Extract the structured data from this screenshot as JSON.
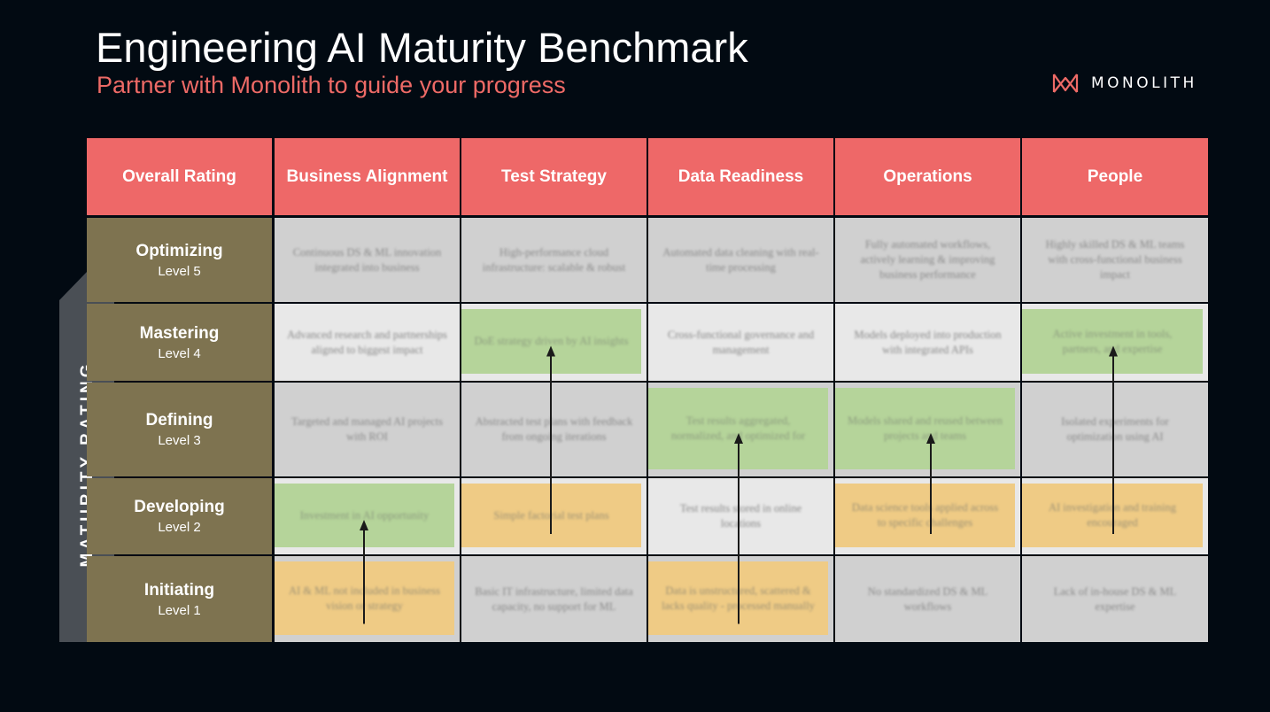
{
  "header": {
    "title": "Engineering AI Maturity Benchmark",
    "subtitle": "Partner with Monolith to guide your progress",
    "brand": "MONOLITH",
    "brand_icon": "monolith-logo-icon"
  },
  "axis_label": "MATURITY RATING",
  "columns": [
    "Overall Rating",
    "Business Alignment",
    "Test Strategy",
    "Data Readiness",
    "Operations",
    "People"
  ],
  "levels": [
    {
      "name": "Optimizing",
      "level": "Level 5"
    },
    {
      "name": "Mastering",
      "level": "Level 4"
    },
    {
      "name": "Defining",
      "level": "Level 3"
    },
    {
      "name": "Developing",
      "level": "Level 2"
    },
    {
      "name": "Initiating",
      "level": "Level 1"
    }
  ],
  "cells": [
    [
      "Continuous DS & ML innovation integrated into business",
      "High-performance cloud infrastructure: scalable & robust",
      "Automated data cleaning with real-time processing",
      "Fully automated workflows, actively learning & improving business performance",
      "Highly skilled DS & ML teams with cross-functional business impact"
    ],
    [
      "Advanced research and partnerships aligned to biggest impact",
      "DoE strategy driven by AI insights",
      "Cross-functional governance and management",
      "Models deployed into production with integrated APIs",
      "Active investment in tools, partners, and expertise"
    ],
    [
      "Targeted and managed AI projects with ROI",
      "Abstracted test plans with feedback from ongoing iterations",
      "Test results aggregated, normalized, and optimized for",
      "Models shared and reused between projects and teams",
      "Isolated experiments for optimization using AI"
    ],
    [
      "Investment in AI opportunity",
      "Simple factorial test plans",
      "Test results stored in online locations",
      "Data science tools applied across to specific challenges",
      "AI investigation and training encouraged"
    ],
    [
      "AI & ML not included in business vision or strategy",
      "Basic IT infrastructure, limited data capacity, no support for ML",
      "Data is unstructured, scattered & lacks quality - processed manually",
      "No standardized DS & ML workflows",
      "Lack of in-house DS & ML expertise"
    ]
  ],
  "highlights": {
    "Business Alignment": {
      "current": "Level 1",
      "target": "Level 2"
    },
    "Test Strategy": {
      "current": "Level 2",
      "target": "Level 4"
    },
    "Data Readiness": {
      "current": "Level 1",
      "target": "Level 3"
    },
    "Operations": {
      "current": "Level 2",
      "target": "Level 3"
    },
    "People": {
      "current": "Level 2",
      "target": "Level 4"
    }
  },
  "colors": {
    "background": "#020a12",
    "header": "#ee6868",
    "subtitle": "#ee6a66",
    "level": "#7e7350",
    "current": "#efcb85",
    "target": "#b5d49a",
    "axis": "#4a4f55"
  }
}
